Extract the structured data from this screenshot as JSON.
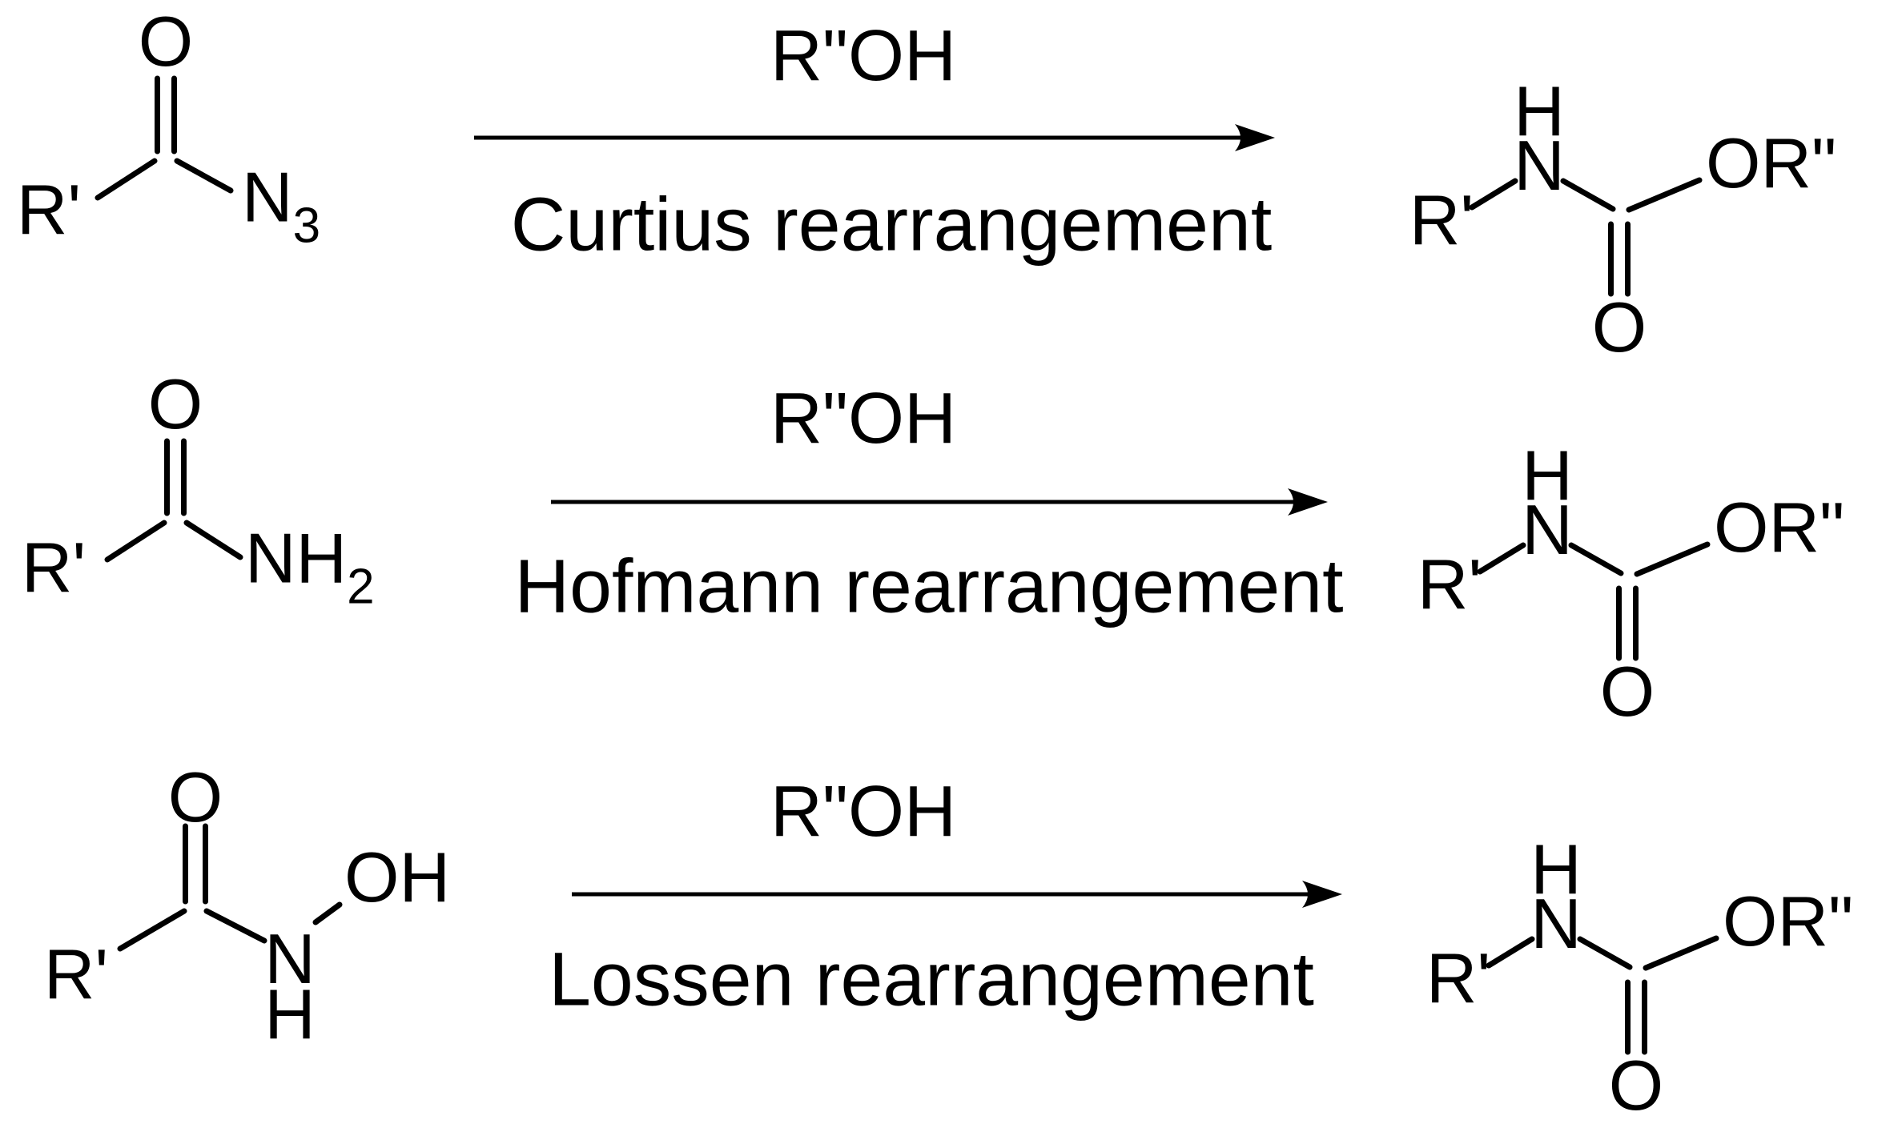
{
  "reactions": [
    {
      "reagent": "R\"OH",
      "name": "Curtius rearrangement",
      "reactant": {
        "o": "O",
        "r": "R'",
        "n": "N",
        "n_sub": "3"
      },
      "product": {
        "r": "R'",
        "h": "H",
        "n": "N",
        "o": "O",
        "or": "OR\""
      }
    },
    {
      "reagent": "R\"OH",
      "name": "Hofmann rearrangement",
      "reactant": {
        "o": "O",
        "r": "R'",
        "nh": "NH",
        "nh_sub": "2"
      },
      "product": {
        "r": "R'",
        "h": "H",
        "n": "N",
        "o": "O",
        "or": "OR\""
      }
    },
    {
      "reagent": "R\"OH",
      "name": "Lossen rearrangement",
      "reactant": {
        "o": "O",
        "r": "R'",
        "n": "N",
        "h": "H",
        "oh": "OH"
      },
      "product": {
        "r": "R'",
        "h": "H",
        "n": "N",
        "o": "O",
        "or": "OR\""
      }
    }
  ]
}
